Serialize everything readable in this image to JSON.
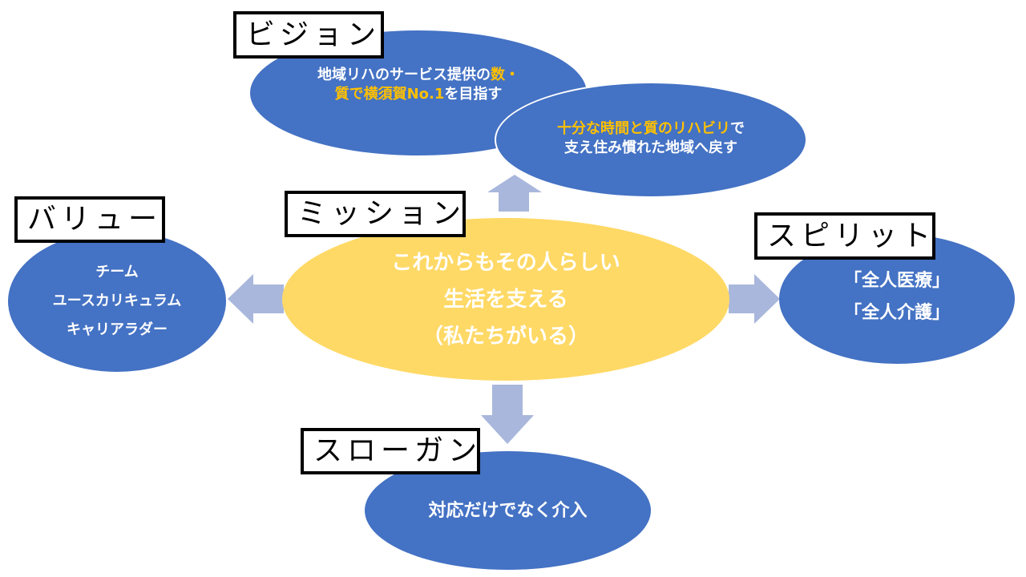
{
  "labels": {
    "vision": "ビジョン",
    "mission": "ミッション",
    "value": "バリュー",
    "spirit": "スピリット",
    "slogan": "スローガン"
  },
  "vision_main": {
    "line1_white": "地域リハのサービス提供の",
    "line1_highlight": "数・",
    "line2_highlight": "質で横須賀No.1",
    "line2_white": "を目指す"
  },
  "vision_sub": {
    "line1_highlight": "十分な時間と質のリハビリ",
    "line1_white": "で",
    "line2": "支え住み慣れた地域へ戻す"
  },
  "mission_text": {
    "line1": "これからもその人らしい",
    "line2": "生活を支える",
    "line3": "（私たちがいる）"
  },
  "value_items": [
    "チーム",
    "ユースカリキュラム",
    "キャリアラダー"
  ],
  "spirit_items": [
    "「全人医療」",
    "「全人介護」"
  ],
  "slogan_text": "対応だけでなく介入",
  "colors": {
    "blue": "#4472c4",
    "yellow": "#ffd966",
    "highlight": "#ffc000",
    "arrow": "#a9b7dc",
    "label_border": "#000000"
  }
}
